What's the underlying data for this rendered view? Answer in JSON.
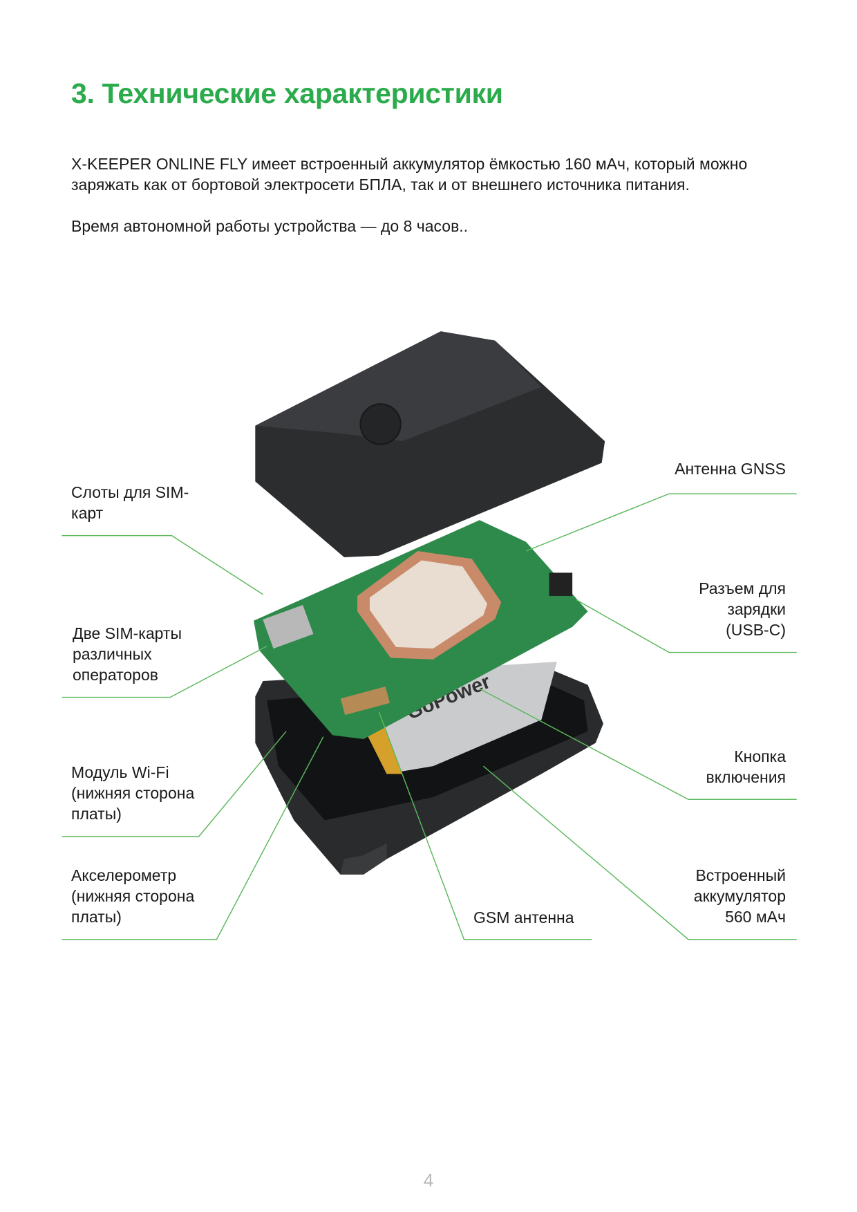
{
  "heading": "3. Технические характеристики",
  "paragraphs": [
    "X-KEEPER ONLINE FLY имеет встроенный аккумулятор ёмкостью 160 мАч, который можно заряжать как от бортовой электросети БПЛА, так и от внешнего источника питания.",
    "Время автономной работы устройства — до 8 часов.."
  ],
  "figure": {
    "accent_color": "#2bab4b",
    "labels": {
      "sim_slots": "Слоты для SIM-\nкарт",
      "two_sims": "Две SIM-карты\nразличных\nоператоров",
      "wifi": "Модуль Wi-Fi\n(нижняя сторона\nплаты)",
      "accel": "Акселерометр\n(нижняя сторона\nплаты)",
      "gsm": "GSM антенна",
      "gnss": "Антенна GNSS",
      "usb": "Разъем для\nзарядки\n(USB-C)",
      "power_button": "Кнопка\nвключения",
      "battery": "Встроенный\nаккумулятор\n560 мАч"
    },
    "battery_brand": "GoPower"
  },
  "page_number": "4"
}
